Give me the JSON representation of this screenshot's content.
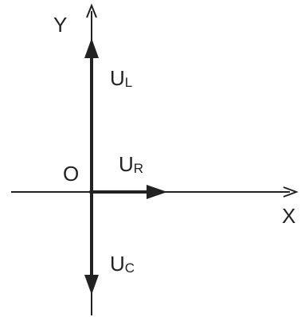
{
  "diagram": {
    "axis_x_label": "X",
    "axis_y_label": "Y",
    "origin_label": "O",
    "vectors": [
      {
        "base": "U",
        "sub": "L",
        "direction": "up"
      },
      {
        "base": "U",
        "sub": "R",
        "direction": "right"
      },
      {
        "base": "U",
        "sub": "C",
        "direction": "down"
      }
    ],
    "colors": {
      "line": "#222222",
      "background": "#ffffff"
    }
  }
}
